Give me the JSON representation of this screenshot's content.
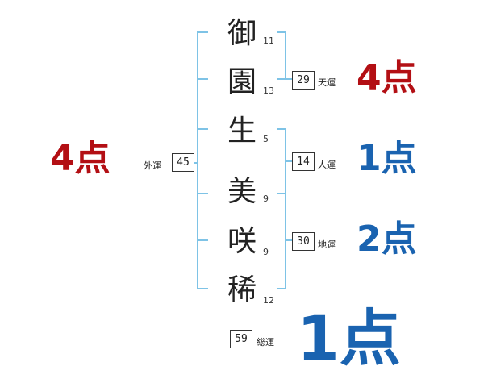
{
  "name_chars": [
    {
      "char": "御",
      "strokes": "11"
    },
    {
      "char": "園",
      "strokes": "13"
    },
    {
      "char": "生",
      "strokes": "5"
    },
    {
      "char": "美",
      "strokes": "9"
    },
    {
      "char": "咲",
      "strokes": "9"
    },
    {
      "char": "稀",
      "strokes": "12"
    }
  ],
  "fortunes": {
    "tenkaku": {
      "label": "天運",
      "value": "29",
      "score": "4点"
    },
    "jinkaku": {
      "label": "人運",
      "value": "14",
      "score": "1点"
    },
    "chikaku": {
      "label": "地運",
      "value": "30",
      "score": "2点"
    },
    "gaikaku": {
      "label": "外運",
      "value": "45",
      "score": "4点"
    },
    "soukaku": {
      "label": "総運",
      "value": "59",
      "score": "1点"
    }
  },
  "colors": {
    "bracket": "#7ec3e6",
    "score_red": "#b30f14",
    "score_blue": "#1a63b0"
  }
}
